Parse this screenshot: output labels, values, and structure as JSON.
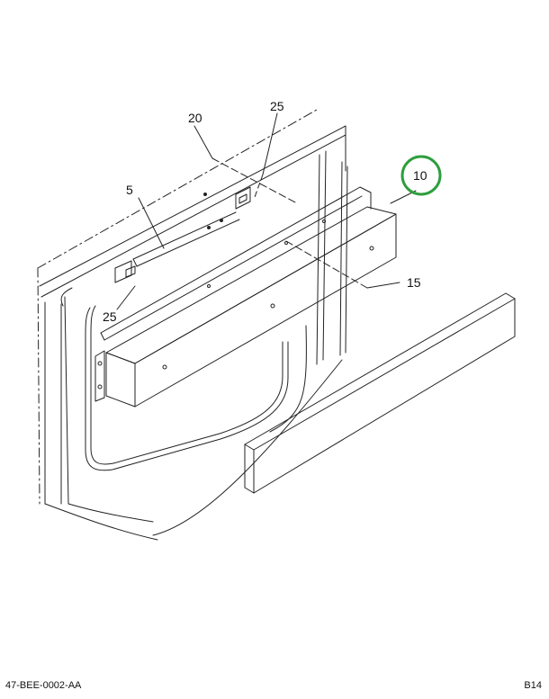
{
  "callouts": {
    "c20": "20",
    "c25_top": "25",
    "c5": "5",
    "c10": "10",
    "c15": "15",
    "c25_bottom": "25"
  },
  "highlight_color": "#2e9e3e",
  "footer": {
    "drawing_id": "47-BEE-0002-AA",
    "page_code": "B14"
  }
}
